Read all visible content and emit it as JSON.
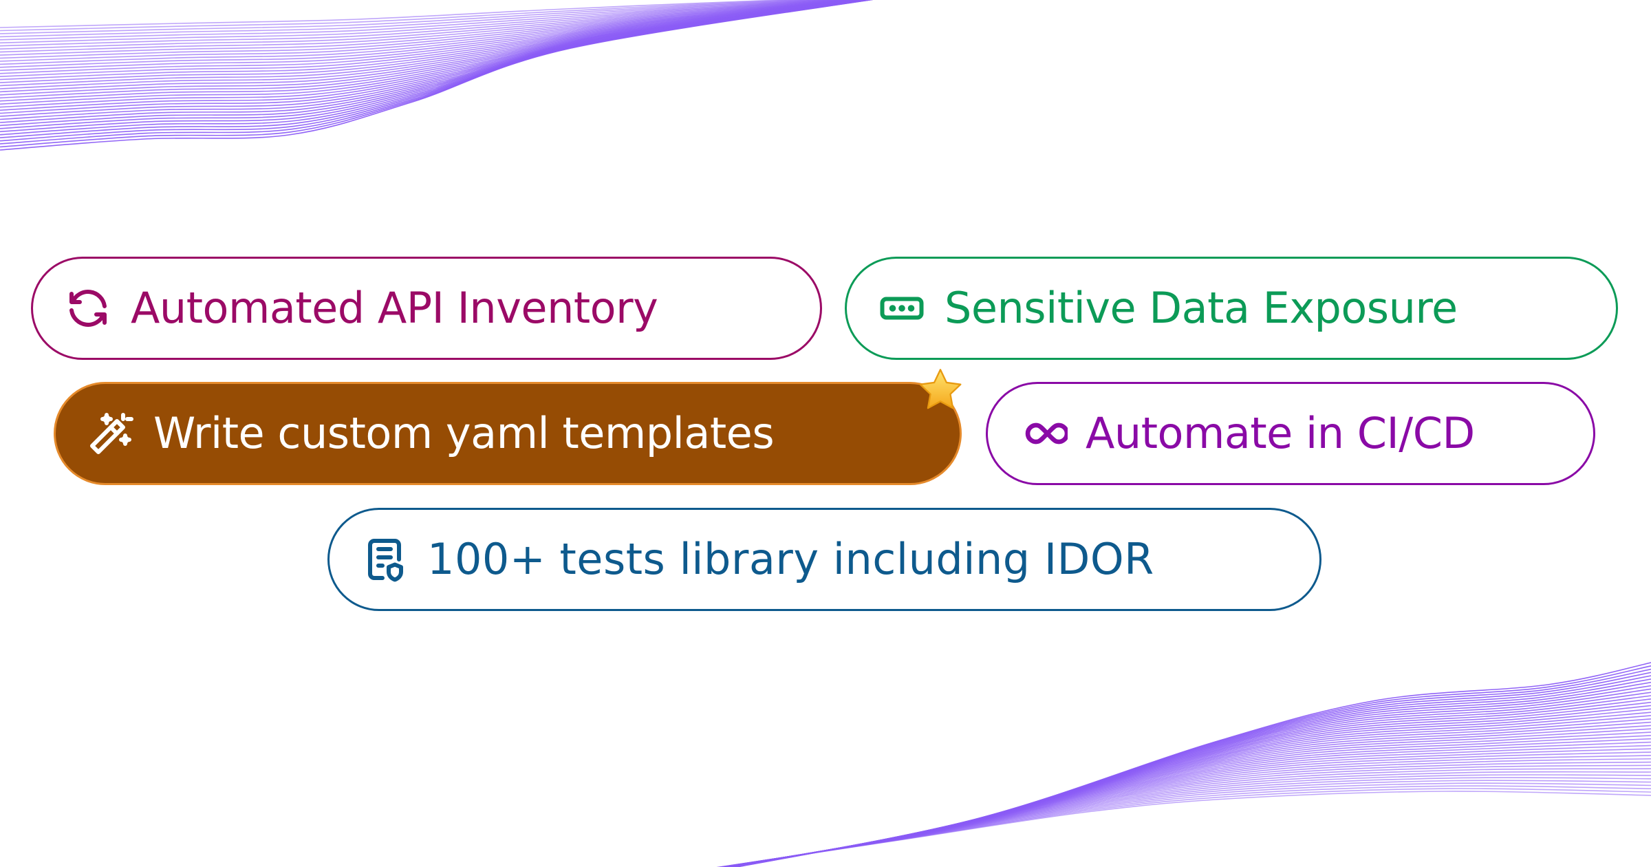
{
  "features": {
    "inventory": {
      "label": "Automated API Inventory",
      "icon": "refresh-icon",
      "color": "#9b0a66"
    },
    "sensitive": {
      "label": "Sensitive Data Exposure",
      "icon": "password-field-icon",
      "color": "#0c9b57"
    },
    "yaml": {
      "label": "Write custom yaml templates",
      "icon": "magic-wand-icon",
      "color": "#964c04",
      "highlighted": true,
      "badge_icon": "star-icon"
    },
    "cicd": {
      "label": "Automate in CI/CD",
      "icon": "infinity-icon",
      "color": "#8a0aa6"
    },
    "tests": {
      "label": "100+ tests library including IDOR",
      "icon": "document-shield-icon",
      "color": "#0e5a8d"
    }
  },
  "decoration": {
    "wave_color": "#8b5cf6",
    "wave_icon": "wave-lines"
  }
}
